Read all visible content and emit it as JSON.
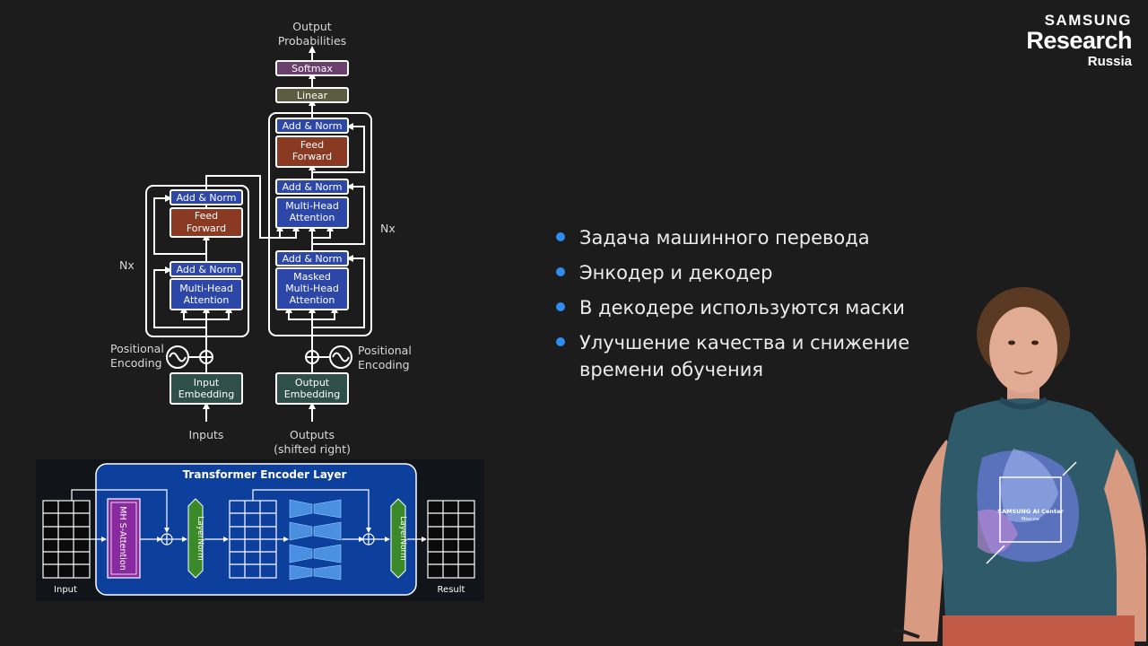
{
  "logo": {
    "line1": "SAMSUNG",
    "line2": "Research",
    "line3": "Russia"
  },
  "bullets": [
    "Задача машинного перевода",
    "Энкодер и декодер",
    "В декодере используются маски",
    "Улучшение качества и снижение времени обучения"
  ],
  "transformer": {
    "output_probabilities": [
      "Output",
      "Probabilities"
    ],
    "softmax": "Softmax",
    "linear": "Linear",
    "add_norm": "Add & Norm",
    "feed_forward": [
      "Feed",
      "Forward"
    ],
    "multi_head_attention": [
      "Multi-Head",
      "Attention"
    ],
    "masked_multi_head_attention": [
      "Masked",
      "Multi-Head",
      "Attention"
    ],
    "nx": "Nx",
    "positional_encoding": [
      "Positional",
      "Encoding"
    ],
    "input_embedding": [
      "Input",
      "Embedding"
    ],
    "output_embedding": [
      "Output",
      "Embedding"
    ],
    "inputs": "Inputs",
    "outputs": [
      "Outputs",
      "(shifted right)"
    ]
  },
  "encoder_layer": {
    "title": "Transformer Encoder Layer",
    "mh_attention": "MH S-Attention",
    "layernorm": "LayerNorm",
    "input_label": "Input",
    "result_label": "Result"
  },
  "shirt": {
    "line1": "SAMSUNG  AI Center",
    "line2": "Moscow"
  },
  "colors": {
    "background": "#1c1c1c",
    "bullet": "#2f8cf0",
    "attention_block": "#2d47a8",
    "feed_forward_block": "#8a3a22",
    "softmax_block": "#6b3f6e",
    "linear_block": "#5a5d3f",
    "embedding_block": "#2f4f4a",
    "encoder_panel": "#0d3f9c",
    "layernorm_block": "#3a8a2a",
    "mh_sattention_block": "#8a2aa0",
    "ff_triangles": "#4a90e0"
  }
}
